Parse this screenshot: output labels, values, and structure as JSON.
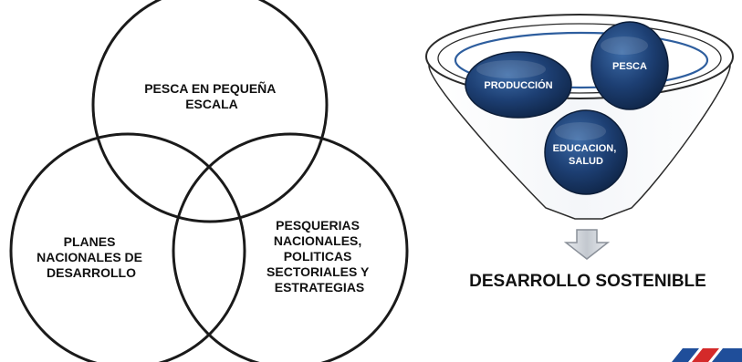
{
  "venn": {
    "top_circle": [
      "PESCA EN PEQUEÑA",
      "ESCALA"
    ],
    "left_circle": [
      "PLANES",
      "NACIONALES DE",
      "DESARROLLO"
    ],
    "right_circle": [
      "PESQUERIAS",
      "NACIONALES,",
      "POLITICAS",
      "SECTORIALES Y",
      "ESTRATEGIAS"
    ]
  },
  "funnel": {
    "bubbles": {
      "produccion": "PRODUCCIÓN",
      "pesca": "PESCA",
      "educacion": [
        "EDUCACION,",
        "SALUD"
      ]
    },
    "arrow_icon": "down-arrow-icon",
    "result": "DESARROLLO SOSTENIBLE"
  },
  "colors": {
    "bubble_fill": "#1d3f73",
    "bubble_highlight": "#4a7bb8",
    "circle_stroke": "#1a1a1a",
    "logo_red": "#d42a2a",
    "logo_blue": "#1f4e9a"
  }
}
